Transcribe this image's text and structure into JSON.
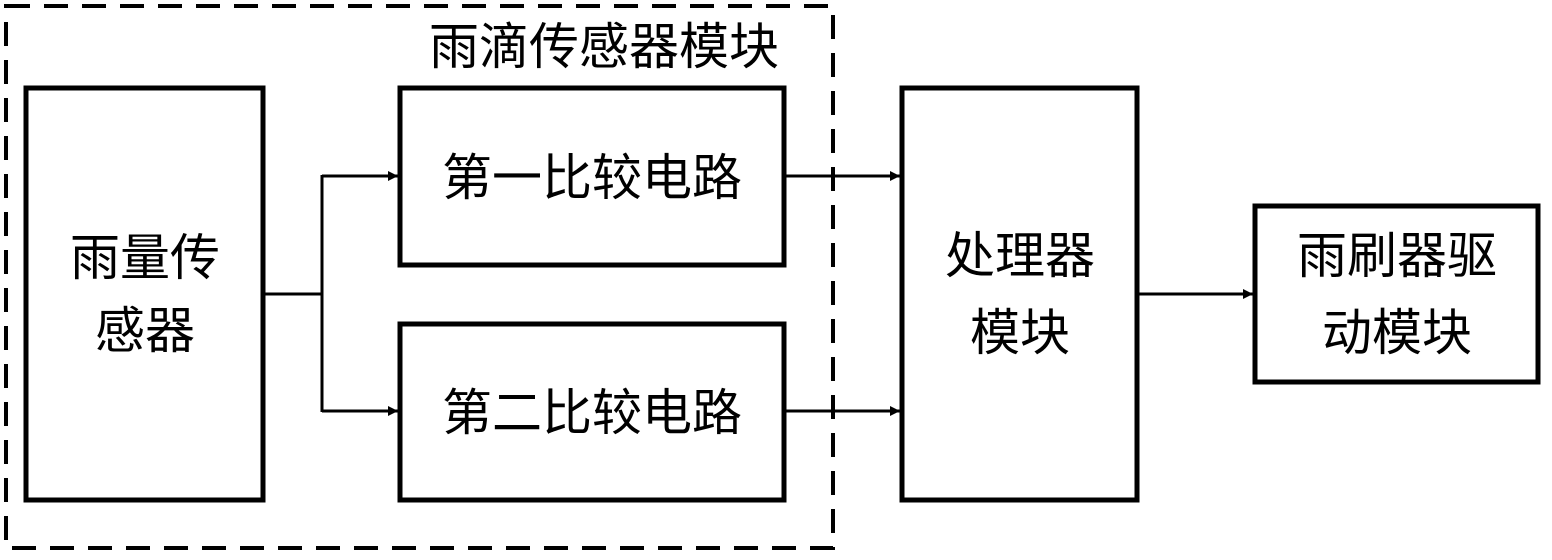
{
  "diagram": {
    "type": "block-diagram",
    "colors": {
      "stroke": "#000000",
      "background": "#ffffff",
      "text": "#000000"
    },
    "group": {
      "id": "raindrop-sensor-module",
      "label": "雨滴传感器模块",
      "style": "dashed",
      "contains": [
        "rain-sensor",
        "comparator-1",
        "comparator-2"
      ]
    },
    "blocks": [
      {
        "id": "rain-sensor",
        "lines": [
          "雨量传",
          "感器"
        ]
      },
      {
        "id": "comparator-1",
        "lines": [
          "第一比较电路"
        ]
      },
      {
        "id": "comparator-2",
        "lines": [
          "第二比较电路"
        ]
      },
      {
        "id": "processor",
        "lines": [
          "处理器",
          "模块"
        ]
      },
      {
        "id": "wiper-driver",
        "lines": [
          "雨刷器驱",
          "动模块"
        ]
      }
    ],
    "connections": [
      {
        "from": "rain-sensor",
        "to": "comparator-1",
        "arrow": true
      },
      {
        "from": "rain-sensor",
        "to": "comparator-2",
        "arrow": true
      },
      {
        "from": "comparator-1",
        "to": "processor",
        "arrow": true
      },
      {
        "from": "comparator-2",
        "to": "processor",
        "arrow": true
      },
      {
        "from": "processor",
        "to": "wiper-driver",
        "arrow": true
      }
    ]
  }
}
